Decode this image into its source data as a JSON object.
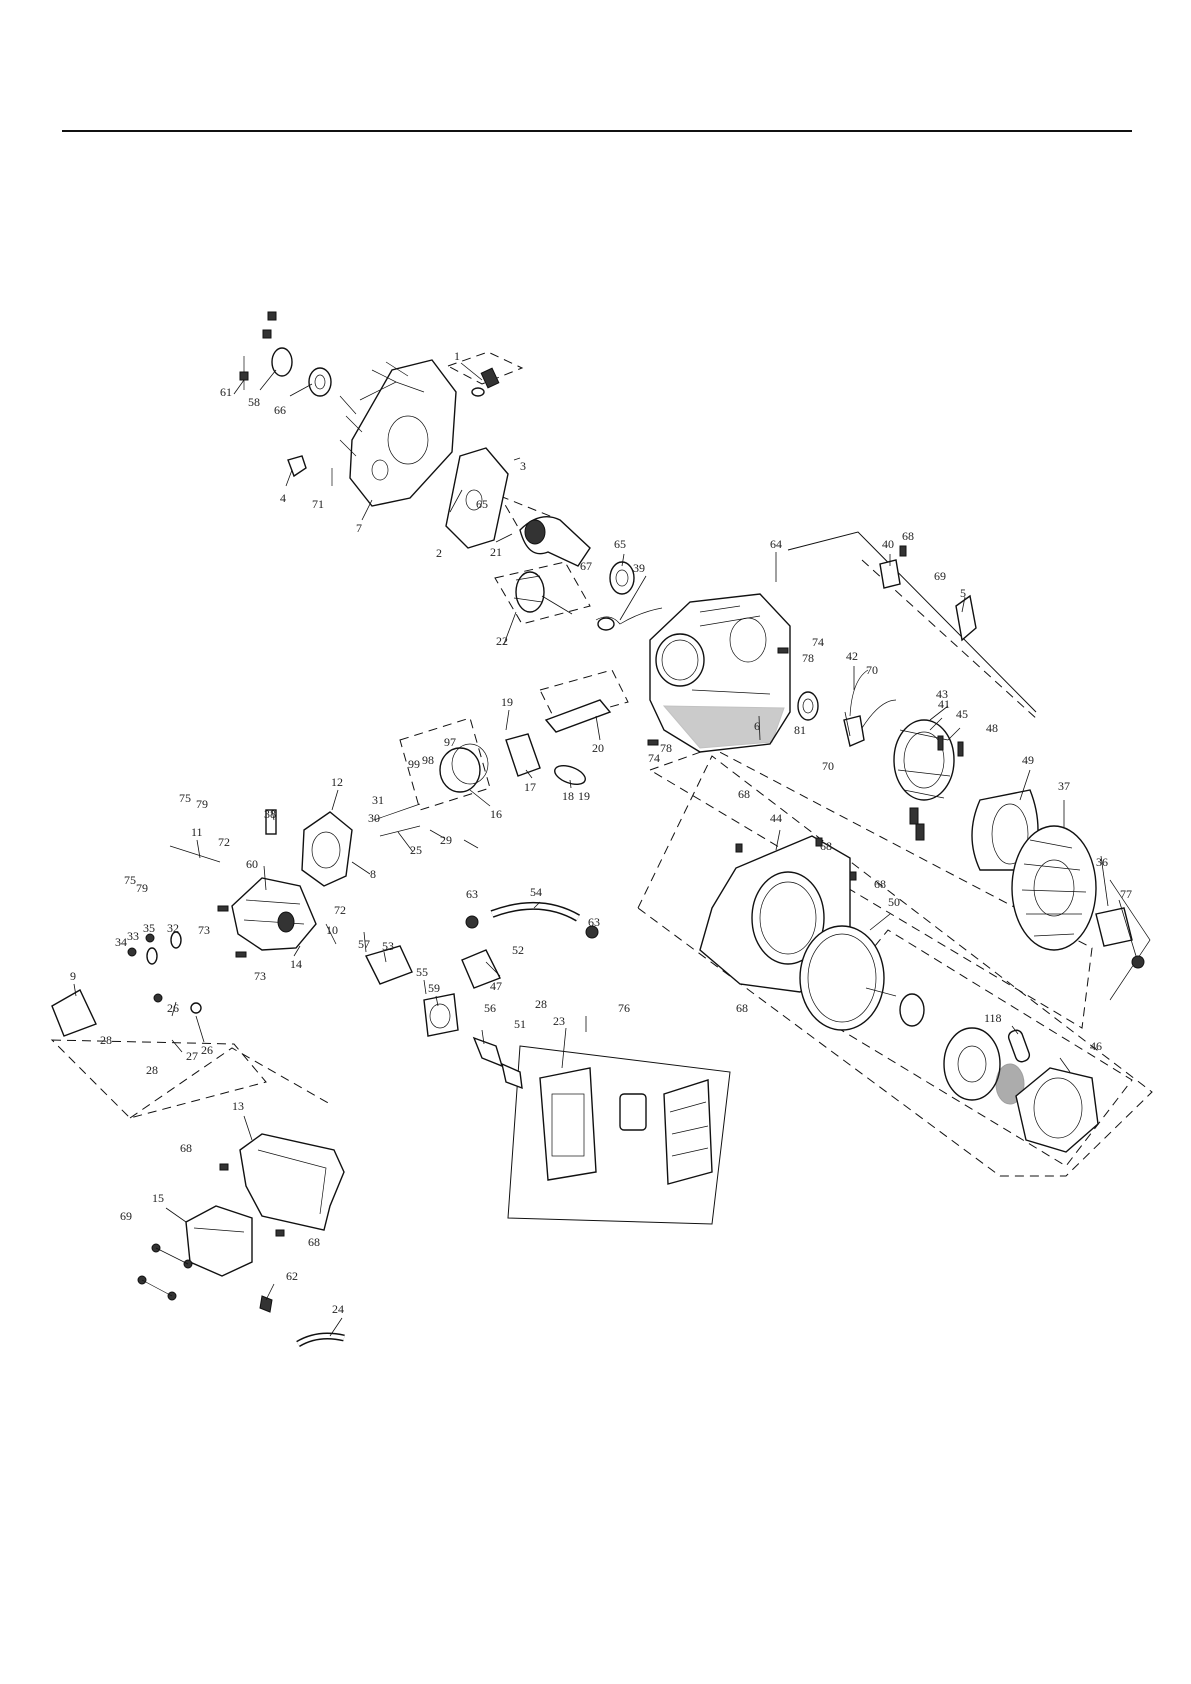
{
  "diagram": {
    "type": "exploded-parts-view",
    "callouts": [
      {
        "id": "c1",
        "text": "1"
      },
      {
        "id": "c2",
        "text": "2"
      },
      {
        "id": "c3",
        "text": "3"
      },
      {
        "id": "c4",
        "text": "4"
      },
      {
        "id": "c5",
        "text": "5"
      },
      {
        "id": "c6",
        "text": "6"
      },
      {
        "id": "c7",
        "text": "7"
      },
      {
        "id": "c8",
        "text": "8"
      },
      {
        "id": "c9",
        "text": "9"
      },
      {
        "id": "c10",
        "text": "10"
      },
      {
        "id": "c11",
        "text": "11"
      },
      {
        "id": "c12",
        "text": "12"
      },
      {
        "id": "c13",
        "text": "13"
      },
      {
        "id": "c14",
        "text": "14"
      },
      {
        "id": "c15",
        "text": "15"
      },
      {
        "id": "c16",
        "text": "16"
      },
      {
        "id": "c17",
        "text": "17"
      },
      {
        "id": "c18",
        "text": "18"
      },
      {
        "id": "c19a",
        "text": "19"
      },
      {
        "id": "c19b",
        "text": "19"
      },
      {
        "id": "c20",
        "text": "20"
      },
      {
        "id": "c21",
        "text": "21"
      },
      {
        "id": "c22",
        "text": "22"
      },
      {
        "id": "c23",
        "text": "23"
      },
      {
        "id": "c24",
        "text": "24"
      },
      {
        "id": "c25",
        "text": "25"
      },
      {
        "id": "c26a",
        "text": "26"
      },
      {
        "id": "c26b",
        "text": "26"
      },
      {
        "id": "c27",
        "text": "27"
      },
      {
        "id": "c28a",
        "text": "28"
      },
      {
        "id": "c28b",
        "text": "28"
      },
      {
        "id": "c28c",
        "text": "28"
      },
      {
        "id": "c29",
        "text": "29"
      },
      {
        "id": "c30",
        "text": "30"
      },
      {
        "id": "c31",
        "text": "31"
      },
      {
        "id": "c32",
        "text": "32"
      },
      {
        "id": "c33",
        "text": "33"
      },
      {
        "id": "c34",
        "text": "34"
      },
      {
        "id": "c35",
        "text": "35"
      },
      {
        "id": "c36",
        "text": "36"
      },
      {
        "id": "c37",
        "text": "37"
      },
      {
        "id": "c38",
        "text": "38"
      },
      {
        "id": "c39",
        "text": "39"
      },
      {
        "id": "c40",
        "text": "40"
      },
      {
        "id": "c41",
        "text": "41"
      },
      {
        "id": "c42",
        "text": "42"
      },
      {
        "id": "c43",
        "text": "43"
      },
      {
        "id": "c44",
        "text": "44"
      },
      {
        "id": "c45",
        "text": "45"
      },
      {
        "id": "c46",
        "text": "46"
      },
      {
        "id": "c47",
        "text": "47"
      },
      {
        "id": "c48",
        "text": "48"
      },
      {
        "id": "c49",
        "text": "49"
      },
      {
        "id": "c50",
        "text": "50"
      },
      {
        "id": "c51",
        "text": "51"
      },
      {
        "id": "c52",
        "text": "52"
      },
      {
        "id": "c53",
        "text": "53"
      },
      {
        "id": "c54",
        "text": "54"
      },
      {
        "id": "c55",
        "text": "55"
      },
      {
        "id": "c56",
        "text": "56"
      },
      {
        "id": "c57",
        "text": "57"
      },
      {
        "id": "c58",
        "text": "58"
      },
      {
        "id": "c59",
        "text": "59"
      },
      {
        "id": "c60",
        "text": "60"
      },
      {
        "id": "c61",
        "text": "61"
      },
      {
        "id": "c62",
        "text": "62"
      },
      {
        "id": "c63a",
        "text": "63"
      },
      {
        "id": "c63b",
        "text": "63"
      },
      {
        "id": "c64",
        "text": "64"
      },
      {
        "id": "c65a",
        "text": "65"
      },
      {
        "id": "c65b",
        "text": "65"
      },
      {
        "id": "c66",
        "text": "66"
      },
      {
        "id": "c67",
        "text": "67"
      },
      {
        "id": "c68a",
        "text": "68"
      },
      {
        "id": "c68b",
        "text": "68"
      },
      {
        "id": "c68c",
        "text": "68"
      },
      {
        "id": "c68d",
        "text": "68"
      },
      {
        "id": "c68e",
        "text": "68"
      },
      {
        "id": "c68f",
        "text": "68"
      },
      {
        "id": "c68g",
        "text": "68"
      },
      {
        "id": "c69a",
        "text": "69"
      },
      {
        "id": "c69b",
        "text": "69"
      },
      {
        "id": "c70a",
        "text": "70"
      },
      {
        "id": "c70b",
        "text": "70"
      },
      {
        "id": "c71",
        "text": "71"
      },
      {
        "id": "c72a",
        "text": "72"
      },
      {
        "id": "c72b",
        "text": "72"
      },
      {
        "id": "c73a",
        "text": "73"
      },
      {
        "id": "c73b",
        "text": "73"
      },
      {
        "id": "c74a",
        "text": "74"
      },
      {
        "id": "c74b",
        "text": "74"
      },
      {
        "id": "c75a",
        "text": "75"
      },
      {
        "id": "c75b",
        "text": "75"
      },
      {
        "id": "c76",
        "text": "76"
      },
      {
        "id": "c77",
        "text": "77"
      },
      {
        "id": "c78a",
        "text": "78"
      },
      {
        "id": "c78b",
        "text": "78"
      },
      {
        "id": "c79a",
        "text": "79"
      },
      {
        "id": "c79b",
        "text": "79"
      },
      {
        "id": "c81",
        "text": "81"
      },
      {
        "id": "c97",
        "text": "97"
      },
      {
        "id": "c98",
        "text": "98"
      },
      {
        "id": "c99",
        "text": "99"
      },
      {
        "id": "c118",
        "text": "118"
      }
    ]
  }
}
